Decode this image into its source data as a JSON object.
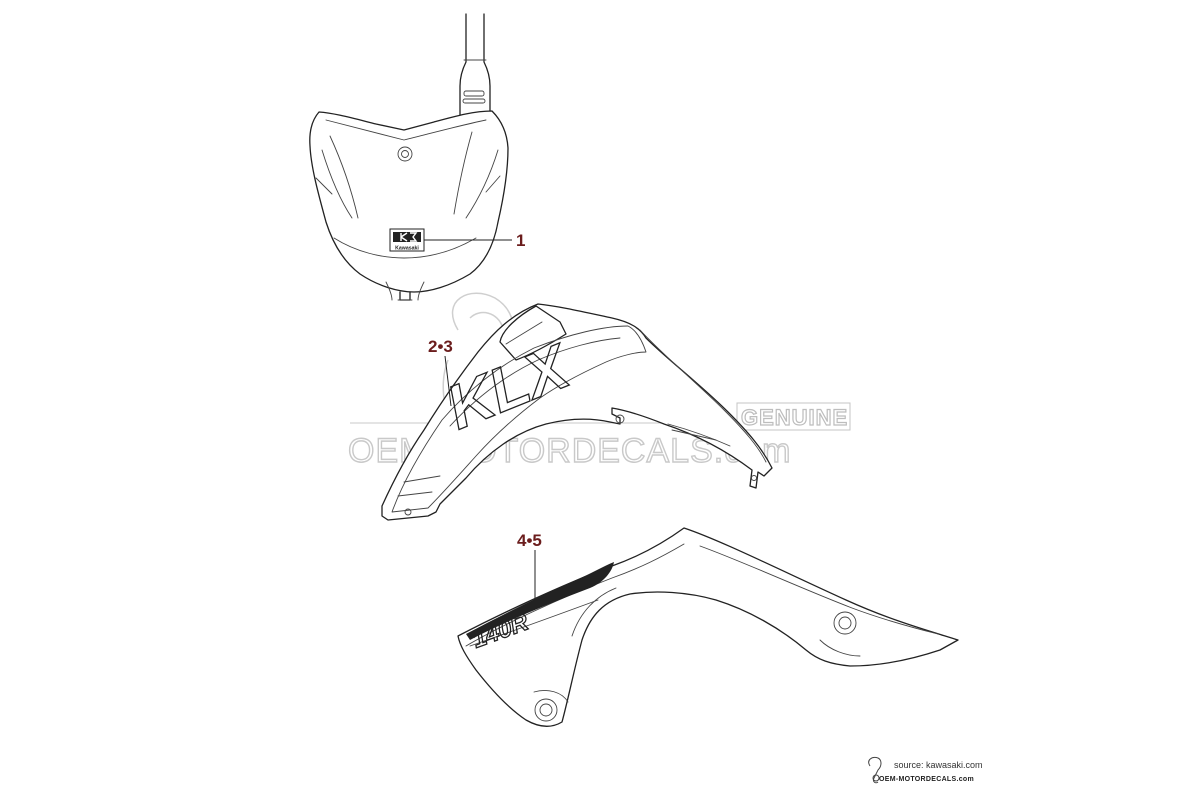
{
  "callouts": {
    "c1": "1",
    "c23": "2•3",
    "c45": "4•5"
  },
  "watermark": {
    "genuine": "GENUINE",
    "site": "OEM-MOTORDECALS.com"
  },
  "decals": {
    "emblem_text": "Kawasaki",
    "shroud_text": "KLX",
    "side_text": "140R"
  },
  "credit": {
    "source": "source: kawasaki.com",
    "site": "OEM-MOTORDECALS.com"
  }
}
